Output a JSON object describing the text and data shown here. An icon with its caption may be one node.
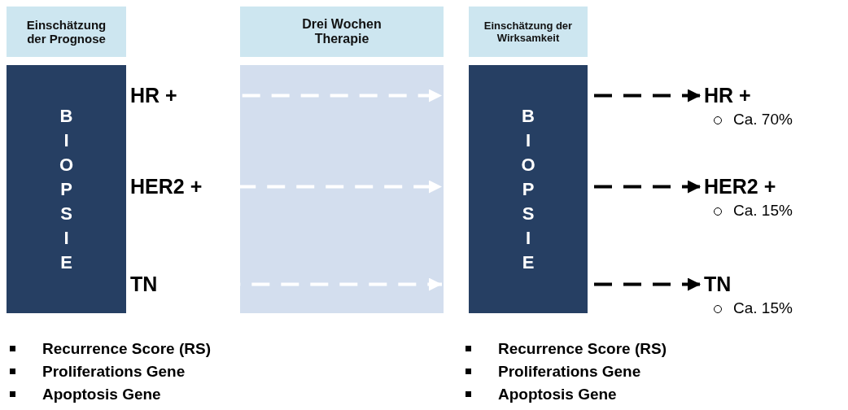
{
  "diagram": {
    "nodes": [
      {
        "text": [
          "Einschätzung der Prognose"
        ]
      },
      {
        "text": [
          "B I O P S I E"
        ]
      },
      {
        "text": [
          "Drei Wochen Therapie"
        ]
      },
      {
        "text": [
          "Einschätzung der Wirksamkeit"
        ]
      },
      {
        "text": [
          "B I O P S I E"
        ]
      },
      {
        "text": [
          "HR +"
        ]
      },
      {
        "text": [
          "HER2 +"
        ]
      },
      {
        "text": [
          "TN"
        ]
      },
      {
        "text": [
          "HR +"
        ],
        "beside": [
          "Ca. 70%"
        ]
      },
      {
        "text": [
          "HER2 +"
        ],
        "beside": [
          "Ca. 15%"
        ]
      },
      {
        "text": [
          "TN"
        ],
        "beside": [
          "Ca. 15%"
        ]
      }
    ],
    "edges": [
      {
        "from": 5,
        "to": 2,
        "arrow": "to",
        "style": "dashed",
        "color": "#ffffff"
      },
      {
        "from": 6,
        "to": 2,
        "arrow": "to",
        "style": "dashed",
        "color": "#ffffff"
      },
      {
        "from": 7,
        "to": 2,
        "arrow": "to",
        "style": "dashed",
        "color": "#ffffff"
      },
      {
        "from": 4,
        "to": 8,
        "arrow": "to",
        "style": "dashed",
        "color": "#000000"
      },
      {
        "from": 4,
        "to": 9,
        "arrow": "to",
        "style": "dashed",
        "color": "#000000"
      },
      {
        "from": 4,
        "to": 10,
        "arrow": "to",
        "style": "dashed",
        "color": "#000000"
      }
    ],
    "labels": [
      "Recurrence Score (RS)",
      "Recurrence Score (RS)",
      "Proliferations Gene",
      "Proliferations Gene",
      "Apoptosis Gene",
      "Apoptosis Gene"
    ]
  }
}
